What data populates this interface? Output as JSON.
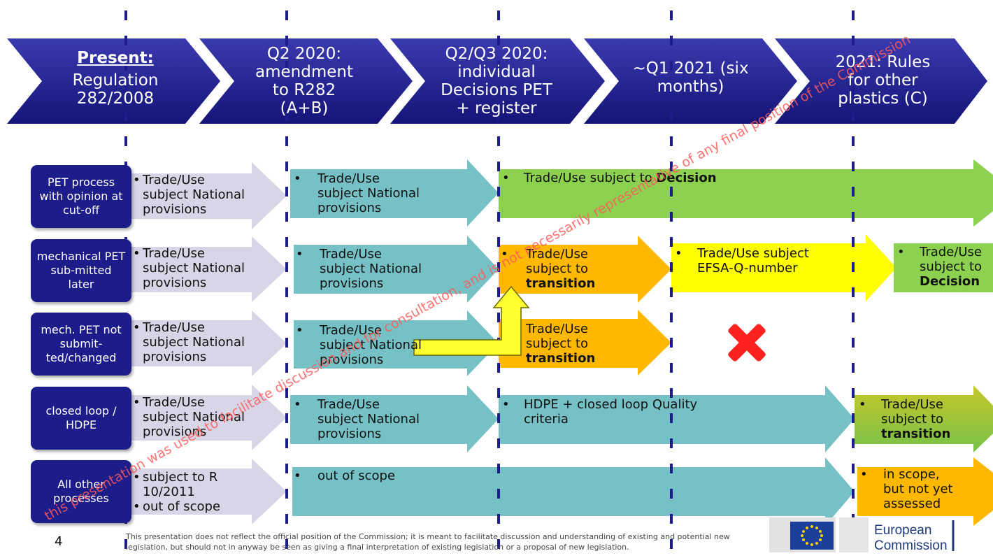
{
  "headers": {
    "present_bold": "Present:",
    "present_text": "Regulation 282/2008",
    "q2": "Q2 2020: amendment to R282 (A+B)",
    "q2q3": "Q2/Q3 2020: individual Decisions PET + register",
    "q1": "~Q1 2021 (six months)",
    "y2021": "2021: Rules for other plastics (C)"
  },
  "rows": {
    "r1": {
      "label": "PET process with opinion at cut-off"
    },
    "r2": {
      "label": "mechanical PET sub-mitted later"
    },
    "r3": {
      "label": "mech. PET not submit-ted/changed"
    },
    "r4": {
      "label": "closed loop / HDPE"
    },
    "r5": {
      "label": "All other processes"
    }
  },
  "cells": {
    "national_l1": "Trade/Use",
    "national_l2": "subject National",
    "national_l3": "provisions",
    "decision_prefix": "Trade/Use subject to ",
    "decision_bold": "Decision",
    "transition_l1": "Trade/Use",
    "transition_l2": "subject to",
    "transition_l3": "transition",
    "efsa_l1": "Trade/Use subject",
    "efsa_l2": "EFSA-Q-number",
    "decision_l2": "subject to",
    "hdpe_l1": "HDPE + closed loop Quality",
    "hdpe_l2": "criteria",
    "subject_r": "subject to R",
    "subject_r2": "10/2011",
    "out_of_scope_item": "out of scope",
    "out_of_scope": "out of scope",
    "inscope_l1": "in scope,",
    "inscope_l2": "but not yet",
    "inscope_l3": "assessed"
  },
  "footer": {
    "page_number": "4",
    "disclaimer": "This presentation does not reflect the official position of the Commission; it is meant to facilitate discussion and understanding of existing and potential new legislation, but should not in anyway be seen as giving a final interpretation of existing legislation or a proposal of new legislation.",
    "ec_l1": "European",
    "ec_l2": "Commission"
  },
  "watermark": "this presentation was used to facilitate discussion and for consultation, and is not necessarily representative of any final position of the Commission",
  "colors": {
    "header_blue": "#1c1c8a",
    "lavender": "#d6d6e6",
    "teal": "#76c1c6",
    "green": "#8cd14f",
    "orange": "#ffb800",
    "yellow": "#ffff00",
    "red_cross": "#ff2020"
  }
}
